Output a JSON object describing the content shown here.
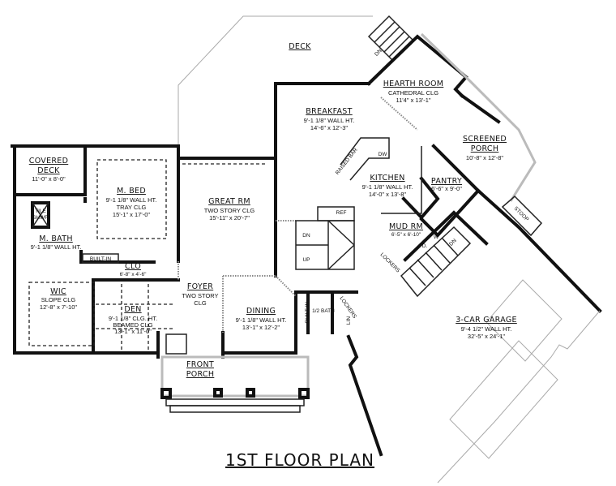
{
  "plan_title": "1ST FLOOR PLAN",
  "rooms": {
    "deck": {
      "name": "DECK"
    },
    "hearth_room": {
      "name": "HEARTH ROOM",
      "note": "CATHEDRAL CLG",
      "size": "11'4\" x 13'-1\""
    },
    "breakfast": {
      "name": "BREAKFAST",
      "note": "9'-1 1/8\" WALL HT.",
      "size": "14'-6\" x 12'-3\""
    },
    "screened_porch": {
      "name": "SCREENED",
      "name2": "PORCH",
      "size": "10'-8\" x 12'-8\""
    },
    "covered_deck": {
      "name": "COVERED",
      "name2": "DECK",
      "size": "11'-0\" x 8'-0\""
    },
    "m_bed": {
      "name": "M. BED",
      "note": "9'-1 1/8\" WALL HT.",
      "note2": "TRAY CLG",
      "size": "15'-1\" x 17'-0\""
    },
    "great_rm": {
      "name": "GREAT RM",
      "note": "TWO STORY CLG",
      "size": "15'-11\" x 20'-7\""
    },
    "kitchen": {
      "name": "KITCHEN",
      "note": "9'-1 1/8\" WALL HT.",
      "size": "14'-0\" x 13'-8\""
    },
    "pantry": {
      "name": "PANTRY",
      "size": "6'-6\" x 9'-0\""
    },
    "tile_shwr": {
      "name": "TILE",
      "name2": "SHWR"
    },
    "m_bath": {
      "name": "M. BATH",
      "note": "9'-1 1/8\" WALL HT."
    },
    "built_in_bath": {
      "name": "BUILT-IN"
    },
    "clo": {
      "name": "CLO",
      "size": "6'-8\" x 4'-6\""
    },
    "mud_rm": {
      "name": "MUD RM",
      "size": "6'-5\" x 6'-10\""
    },
    "wic": {
      "name": "WIC",
      "note": "SLOPE CLG",
      "size": "12'-8\" x 7'-10\""
    },
    "foyer": {
      "name": "FOYER",
      "note": "TWO STORY",
      "note2": "CLG"
    },
    "den": {
      "name": "DEN",
      "note": "9'-1 1/8\" CLG. HT.",
      "note2": "BEAMED CLG",
      "size": "13'-1\" x 11'-0\""
    },
    "dining": {
      "name": "DINING",
      "note": "9'-1 1/8\" WALL HT.",
      "size": "13'-1\" x 12'-2\""
    },
    "half_bath": {
      "name": "1/2 BATH"
    },
    "garage": {
      "name": "3-CAR GARAGE",
      "note": "9'-4 1/2\" WALL HT.",
      "size": "32'-5\" x 24'-1\""
    },
    "front_porch": {
      "name": "FRONT",
      "name2": "PORCH"
    }
  },
  "fixtures": {
    "raised_bar": "RAISED BAR",
    "dw": "DW",
    "ref": "REF",
    "stair_dn": "DN",
    "stair_up": "UP",
    "lockers": "LOCKERS",
    "dryer": "D.",
    "washer": "W",
    "built_in_hall": "BUILT-IN",
    "lin": "LIN",
    "stoop": "STOOP",
    "deck_stair_dn": "DN",
    "garage_stair_dn": "DN"
  }
}
